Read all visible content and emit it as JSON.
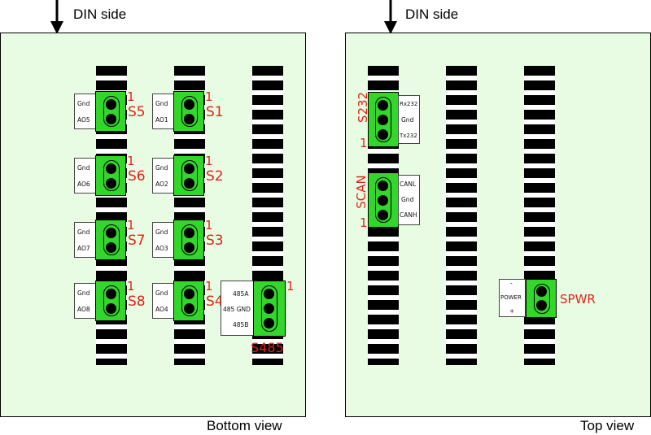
{
  "labels": {
    "din_side": "DIN side",
    "bottom_view": "Bottom view",
    "top_view": "Top view"
  },
  "bottom": {
    "col1": [
      {
        "name": "S5",
        "pin1": "1",
        "top": "Gnd",
        "bottom": "AO5"
      },
      {
        "name": "S6",
        "pin1": "1",
        "top": "Gnd",
        "bottom": "AO6"
      },
      {
        "name": "S7",
        "pin1": "1",
        "top": "Gnd",
        "bottom": "AO7"
      },
      {
        "name": "S8",
        "pin1": "1",
        "top": "Gnd",
        "bottom": "AO8"
      }
    ],
    "col2": [
      {
        "name": "S1",
        "pin1": "1",
        "top": "Gnd",
        "bottom": "AO1"
      },
      {
        "name": "S2",
        "pin1": "1",
        "top": "Gnd",
        "bottom": "AO2"
      },
      {
        "name": "S3",
        "pin1": "1",
        "top": "Gnd",
        "bottom": "AO3"
      },
      {
        "name": "S4",
        "pin1": "1",
        "top": "Gnd",
        "bottom": "AO4"
      }
    ],
    "s485": {
      "name": "S485",
      "pin1": "1",
      "pins": [
        "485A",
        "485 GND",
        "485B"
      ]
    }
  },
  "top": {
    "s232": {
      "name": "S232",
      "pin1": "1",
      "pins": [
        "Rx232",
        "Gnd",
        "Tx232"
      ]
    },
    "scan": {
      "name": "SCAN",
      "pin1": "1",
      "pins": [
        "CANL",
        "Gnd",
        "CANH"
      ]
    },
    "spwr": {
      "name": "SPWR",
      "pins": [
        "-",
        "POWER",
        "+"
      ]
    }
  },
  "colors": {
    "panel": "#e8fce3",
    "connector": "#33d62a",
    "label_red": "#e02418"
  },
  "icons": [
    "down-arrow-icon"
  ]
}
